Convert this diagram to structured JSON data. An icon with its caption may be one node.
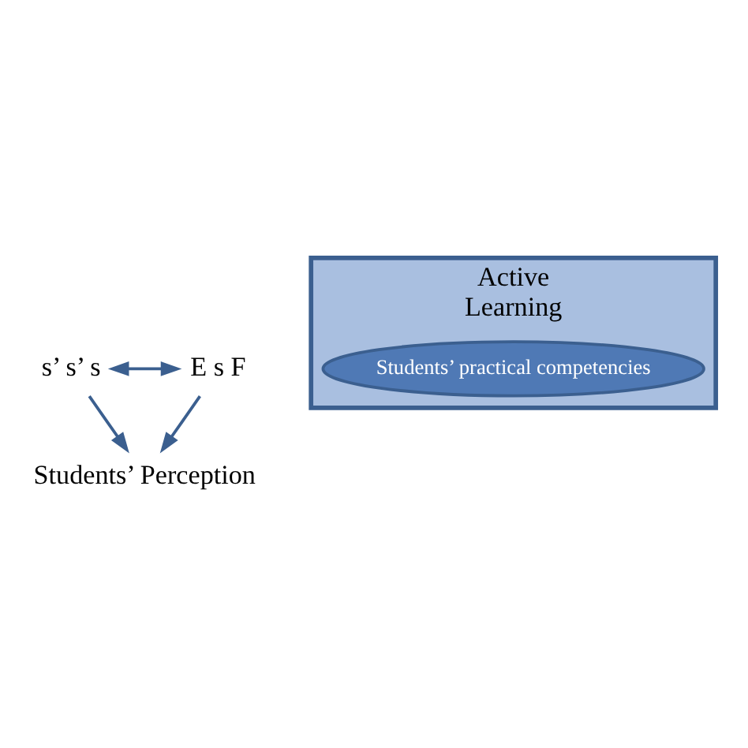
{
  "diagram": {
    "nodes": [
      {
        "text": [
          "Students’ Perception"
        ]
      },
      {
        "text": [
          "Active",
          "Learning"
        ]
      },
      {
        "text": [
          "Students’ practical competencies"
        ],
        "in": 1
      },
      {
        "text": [
          "s’ s’ s"
        ]
      },
      {
        "text": [
          "E s F"
        ]
      }
    ],
    "edges": [
      {
        "from": 3,
        "to": 0,
        "arrow": "to"
      },
      {
        "from": 4,
        "to": 0,
        "arrow": "to"
      },
      {
        "from": 3,
        "to": 4,
        "arrow": "both"
      }
    ]
  }
}
